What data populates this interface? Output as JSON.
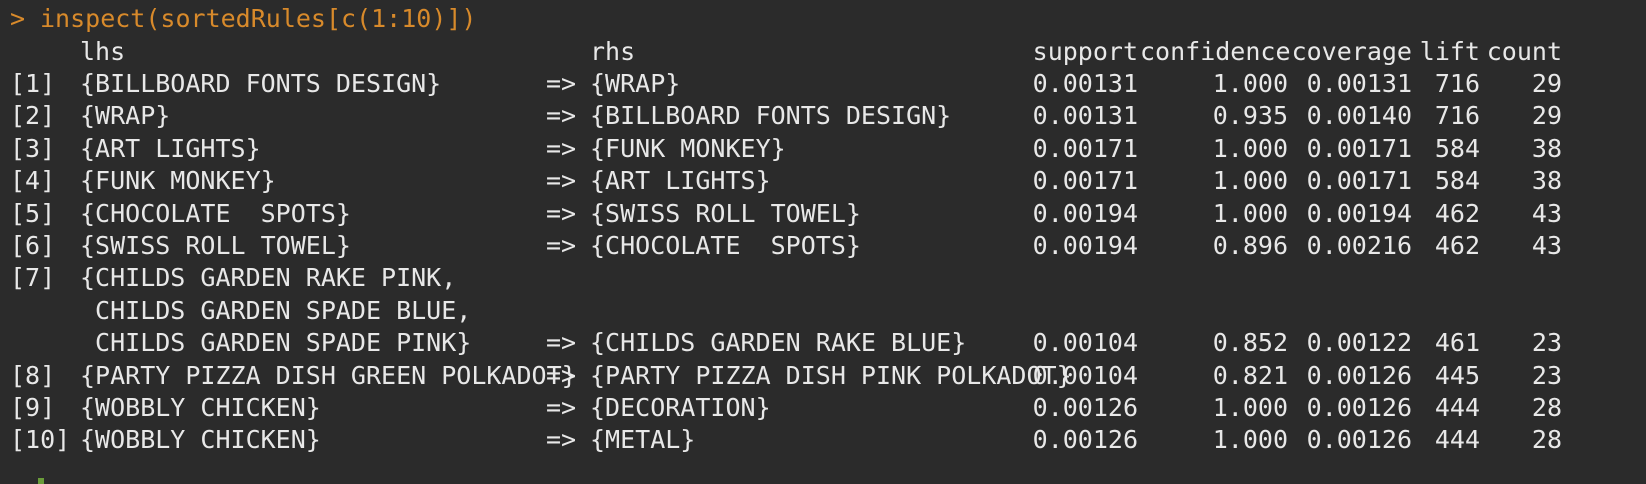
{
  "prompt": {
    "symbol": ">",
    "command": "inspect(sortedRules[c(1:10)])"
  },
  "headers": {
    "lhs": "lhs",
    "rhs": "rhs",
    "support": "support",
    "confidence": "confidence",
    "coverage": "coverage",
    "lift": "lift",
    "count": "count"
  },
  "arrow": "=>",
  "rows": [
    {
      "index": "[1]",
      "lhs": [
        "{BILLBOARD FONTS DESIGN}"
      ],
      "rhs": "{WRAP}",
      "support": "0.00131",
      "confidence": "1.000",
      "coverage": "0.00131",
      "lift": "716",
      "count": "29"
    },
    {
      "index": "[2]",
      "lhs": [
        "{WRAP}"
      ],
      "rhs": "{BILLBOARD FONTS DESIGN}",
      "support": "0.00131",
      "confidence": "0.935",
      "coverage": "0.00140",
      "lift": "716",
      "count": "29"
    },
    {
      "index": "[3]",
      "lhs": [
        "{ART LIGHTS}"
      ],
      "rhs": "{FUNK MONKEY}",
      "support": "0.00171",
      "confidence": "1.000",
      "coverage": "0.00171",
      "lift": "584",
      "count": "38"
    },
    {
      "index": "[4]",
      "lhs": [
        "{FUNK MONKEY}"
      ],
      "rhs": "{ART LIGHTS}",
      "support": "0.00171",
      "confidence": "1.000",
      "coverage": "0.00171",
      "lift": "584",
      "count": "38"
    },
    {
      "index": "[5]",
      "lhs": [
        "{CHOCOLATE  SPOTS}"
      ],
      "rhs": "{SWISS ROLL TOWEL}",
      "support": "0.00194",
      "confidence": "1.000",
      "coverage": "0.00194",
      "lift": "462",
      "count": "43"
    },
    {
      "index": "[6]",
      "lhs": [
        "{SWISS ROLL TOWEL}"
      ],
      "rhs": "{CHOCOLATE  SPOTS}",
      "support": "0.00194",
      "confidence": "0.896",
      "coverage": "0.00216",
      "lift": "462",
      "count": "43"
    },
    {
      "index": "[7]",
      "lhs": [
        "{CHILDS GARDEN RAKE PINK,",
        " CHILDS GARDEN SPADE BLUE,",
        " CHILDS GARDEN SPADE PINK}"
      ],
      "rhs": "{CHILDS GARDEN RAKE BLUE}",
      "support": "0.00104",
      "confidence": "0.852",
      "coverage": "0.00122",
      "lift": "461",
      "count": "23"
    },
    {
      "index": "[8]",
      "lhs": [
        "{PARTY PIZZA DISH GREEN POLKADOT}"
      ],
      "rhs": "{PARTY PIZZA DISH PINK POLKADOT}",
      "support": "0.00104",
      "confidence": "0.821",
      "coverage": "0.00126",
      "lift": "445",
      "count": "23"
    },
    {
      "index": "[9]",
      "lhs": [
        "{WOBBLY CHICKEN}"
      ],
      "rhs": "{DECORATION}",
      "support": "0.00126",
      "confidence": "1.000",
      "coverage": "0.00126",
      "lift": "444",
      "count": "28"
    },
    {
      "index": "[10]",
      "lhs": [
        "{WOBBLY CHICKEN}"
      ],
      "rhs": "{METAL}",
      "support": "0.00126",
      "confidence": "1.000",
      "coverage": "0.00126",
      "lift": "444",
      "count": "28"
    }
  ]
}
